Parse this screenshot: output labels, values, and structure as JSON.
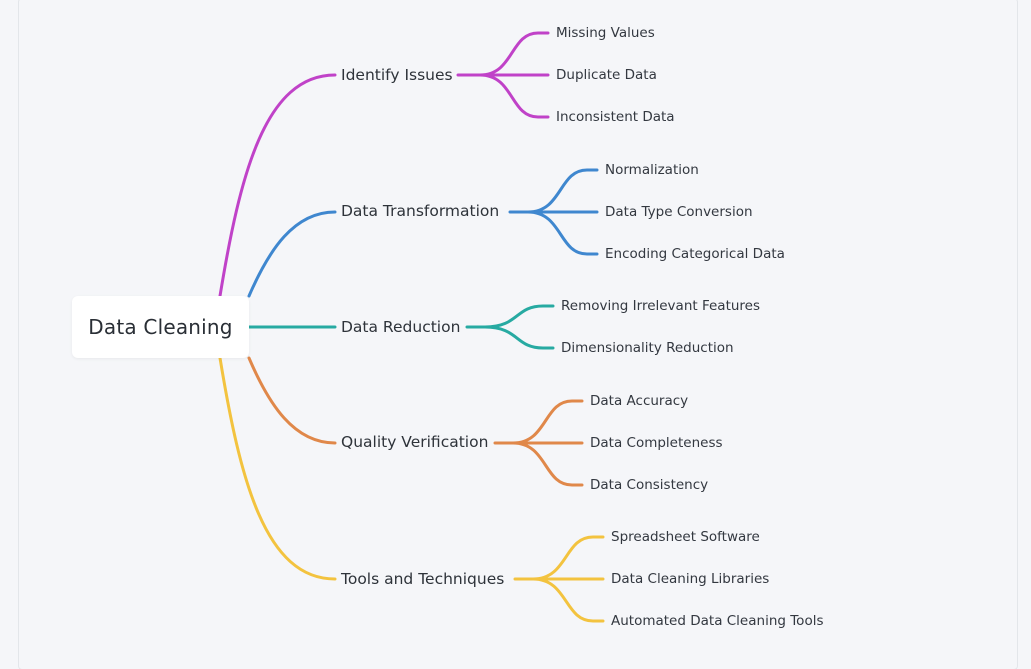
{
  "root": {
    "label": "Data Cleaning"
  },
  "branches": [
    {
      "label": "Identify Issues",
      "color": "#c042c8",
      "leaves": [
        "Missing Values",
        "Duplicate Data",
        "Inconsistent Data"
      ]
    },
    {
      "label": "Data Transformation",
      "color": "#3f87cf",
      "leaves": [
        "Normalization",
        "Data Type Conversion",
        "Encoding Categorical Data"
      ]
    },
    {
      "label": "Data Reduction",
      "color": "#27aaa2",
      "leaves": [
        "Removing Irrelevant Features",
        "Dimensionality Reduction"
      ]
    },
    {
      "label": "Quality Verification",
      "color": "#e0884a",
      "leaves": [
        "Data Accuracy",
        "Data Completeness",
        "Data Consistency"
      ]
    },
    {
      "label": "Tools and Techniques",
      "color": "#f3c33f",
      "leaves": [
        "Spreadsheet Software",
        "Data Cleaning Libraries",
        "Automated Data Cleaning Tools"
      ]
    }
  ]
}
